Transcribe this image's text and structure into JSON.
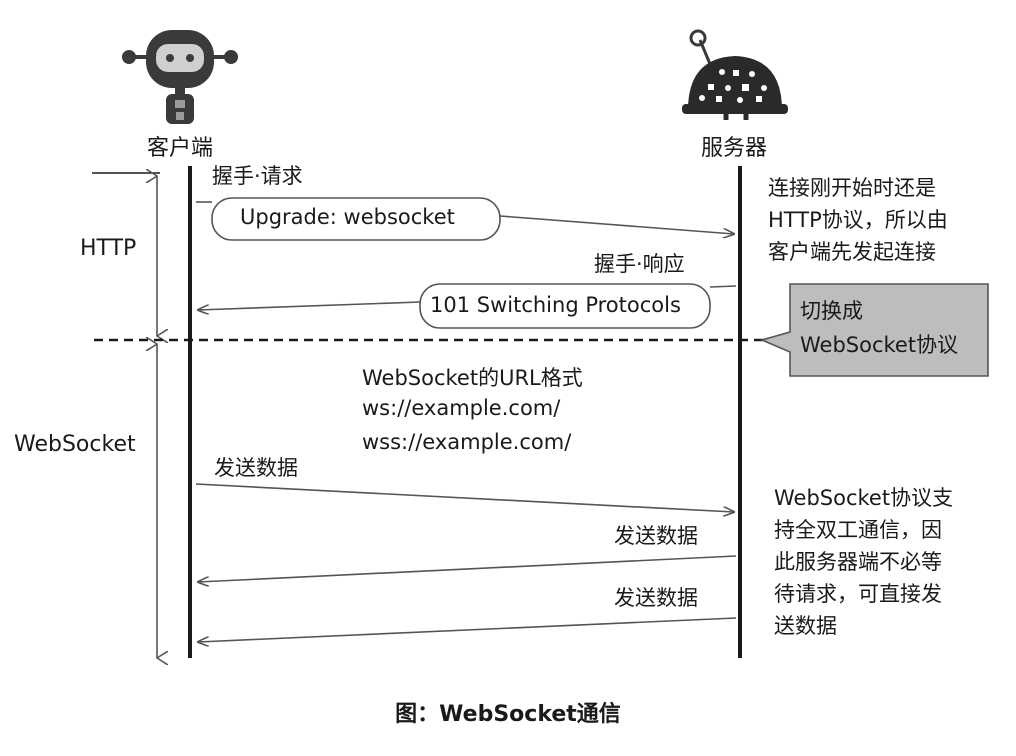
{
  "actors": {
    "client": "客户端",
    "server": "服务器"
  },
  "phases": {
    "http": "HTTP",
    "websocket": "WebSocket"
  },
  "messages": {
    "handshake_request_label": "握手·请求",
    "handshake_request_header": "Upgrade: websocket",
    "handshake_response_label": "握手·响应",
    "handshake_response_status": "101 Switching Protocols",
    "url_format": {
      "title": "WebSocket的URL格式",
      "ws": "ws://example.com/",
      "wss": "wss://example.com/"
    },
    "send_data_client": "发送数据",
    "send_data_server_1": "发送数据",
    "send_data_server_2": "发送数据"
  },
  "notes": {
    "http_start": [
      "连接刚开始时还是",
      "HTTP协议，所以由",
      "客户端先发起连接"
    ],
    "switch_callout": [
      "切换成",
      "WebSocket协议"
    ],
    "full_duplex": [
      "WebSocket协议支",
      "持全双工通信，因",
      "此服务器端不必等",
      "待请求，可直接发",
      "送数据"
    ]
  },
  "caption": "图：WebSocket通信",
  "colors": {
    "ink": "#1a1a1a",
    "arrow": "#555555",
    "callout_fill": "#bdbdbd",
    "robot_body": "#3a3a3a"
  },
  "icons": {
    "client": "robot-icon",
    "server": "dome-robot-icon"
  }
}
